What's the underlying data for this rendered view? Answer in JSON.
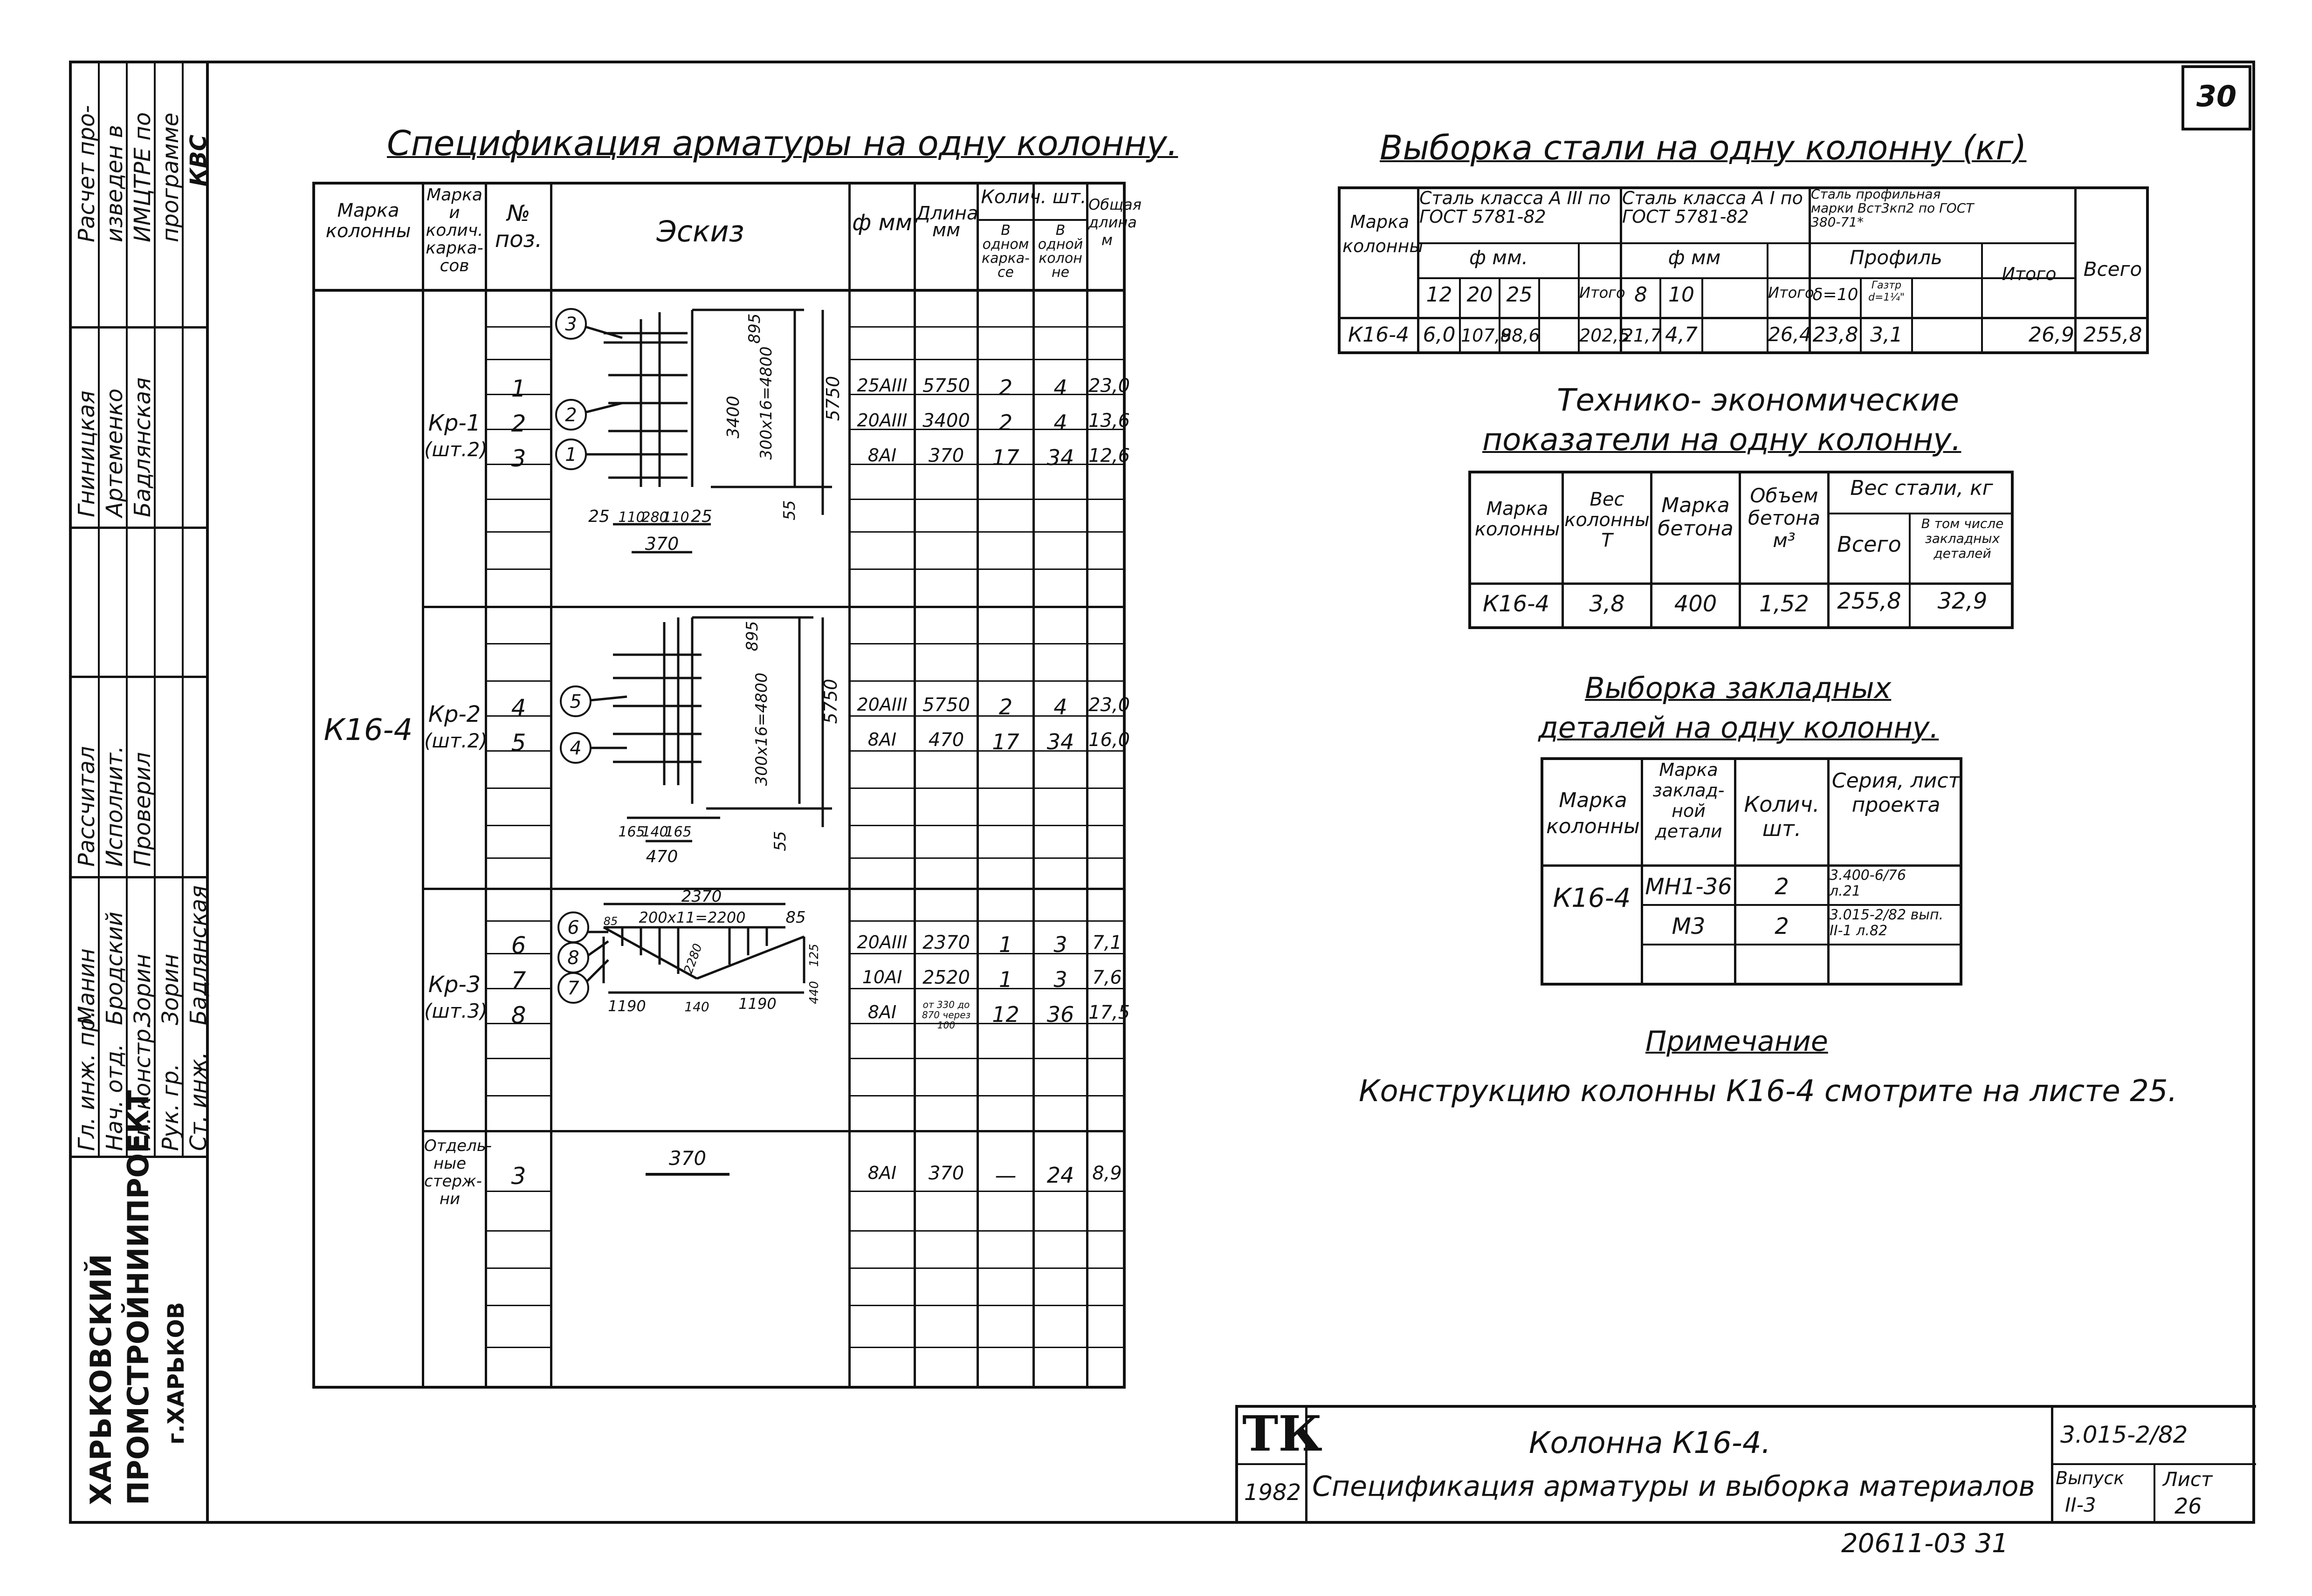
{
  "sheet_number": "30",
  "handwritten_number": "20611-03  31",
  "stamp": {
    "organization_line1": "ХАРЬКОВСКИЙ",
    "organization_line2": "ПРОМСТРОЙНИИПРОЕКТ",
    "organization_line3": "г.ХАРЬКОВ",
    "note_lines": [
      "Расчет про-",
      "изведен в",
      "ИМЦТРЕ по",
      "программе",
      "КВС"
    ],
    "roles": [
      {
        "role": "Гл. инж. пр.",
        "name": "Манин"
      },
      {
        "role": "Нач. отд.",
        "name": "Бродский"
      },
      {
        "role": "Гл. констр.",
        "name": "Зорин"
      },
      {
        "role": "Рук. гр.",
        "name": "Зорин"
      },
      {
        "role": "Ст. инж.",
        "name": "Бадлянская"
      }
    ],
    "roles2": [
      {
        "role": "Рассчитал",
        "name": "Гниницкая"
      },
      {
        "role": "Исполнит.",
        "name": "Артеменко"
      },
      {
        "role": "Проверил",
        "name": "Бадлянская"
      }
    ]
  },
  "spec": {
    "title": "Спецификация арматуры на одну колонну.",
    "headers": {
      "marka_kolonny": "Марка колонны",
      "marka_karkasov": "Марка и колич. карка- сов",
      "poz": "№ поз.",
      "eskiz": "Эскиз",
      "phi": "ф мм",
      "dlina": "Длина мм",
      "kolich": "Колич. шт.",
      "v_odnom_karkase": "В одном карка- се",
      "v_odnoi_kolonne": "В одной колон не",
      "obsh_dlina": "Общая длина м"
    },
    "column_mark": "К16-4",
    "groups": [
      {
        "mark": "Кр-1",
        "qty": "(шт.2)",
        "rows": [
          {
            "poz": "1",
            "phi": "25АIII",
            "len": "5750",
            "a": "2",
            "b": "4",
            "total": "23,0"
          },
          {
            "poz": "2",
            "phi": "20АIII",
            "len": "3400",
            "a": "2",
            "b": "4",
            "total": "13,6"
          },
          {
            "poz": "3",
            "phi": "8АI",
            "len": "370",
            "a": "17",
            "b": "34",
            "total": "12,6"
          }
        ]
      },
      {
        "mark": "Кр-2",
        "qty": "(шт.2)",
        "rows": [
          {
            "poz": "4",
            "phi": "20АIII",
            "len": "5750",
            "a": "2",
            "b": "4",
            "total": "23,0"
          },
          {
            "poz": "5",
            "phi": "8АI",
            "len": "470",
            "a": "17",
            "b": "34",
            "total": "16,0"
          }
        ]
      },
      {
        "mark": "Кр-3",
        "qty": "(шт.3)",
        "rows": [
          {
            "poz": "6",
            "phi": "20АIII",
            "len": "2370",
            "a": "1",
            "b": "3",
            "total": "7,1"
          },
          {
            "poz": "7",
            "phi": "10АI",
            "len": "2520",
            "a": "1",
            "b": "3",
            "total": "7,6"
          },
          {
            "poz": "8",
            "phi": "8АI",
            "len": "от 330 до 870 через 100",
            "a": "12",
            "b": "36",
            "total": "17,5"
          }
        ]
      },
      {
        "mark": "Отдель- ные стерж- ни",
        "qty": "",
        "rows": [
          {
            "poz": "3",
            "phi": "8АI",
            "len": "370",
            "a": "—",
            "b": "24",
            "total": "8,9"
          }
        ]
      }
    ],
    "sketch_labels": {
      "kr1": {
        "d1": "895",
        "d2": "300x16=4800",
        "d3": "3400",
        "d4": "5750",
        "d5": "55",
        "d6": "25",
        "d7": "110",
        "d8": "280",
        "d9": "110",
        "d10": "25",
        "d11": "370"
      },
      "kr2": {
        "d1": "895",
        "d2": "300x16=4800",
        "d3": "5750",
        "d4": "55",
        "d5": "165",
        "d6": "140",
        "d7": "165",
        "d8": "470"
      },
      "kr3": {
        "d1": "2370",
        "d2": "85",
        "d3": "200x11=2200",
        "d4": "85",
        "d5": "2280",
        "d6": "125",
        "d7": "440",
        "d8": "1190",
        "d9": "140",
        "d10": "1190"
      },
      "single": "370"
    }
  },
  "steel": {
    "title": "Выборка стали на одну колонну (кг)",
    "col_mark_header": "Марка колонны",
    "g1": "Сталь класса А III по ГОСТ 5781-82",
    "g2": "Сталь класса А I по ГОСТ 5781-82",
    "g3": "Сталь профильная марки Вст3кп2 по ГОСТ 380-71*",
    "phi_mm": "ф мм.",
    "phi_mm2": "ф мм",
    "profil": "Профиль",
    "itogo": "Итого",
    "vsego": "Всего",
    "h_12": "12",
    "h_20": "20",
    "h_25": "25",
    "h_8": "8",
    "h_10": "10",
    "h_d10": "δ=10",
    "h_gastr": "Газтр d=1¼\"",
    "row": {
      "mark": "К16-4",
      "v12": "6,0",
      "v20": "107,9",
      "v25": "88,6",
      "it1": "202,5",
      "v8": "21,7",
      "v10": "4,7",
      "it2": "26,4",
      "pd10": "23,8",
      "pg": "3,1",
      "it3": "26,9",
      "all": "255,8"
    }
  },
  "tech": {
    "title1": "Технико- экономические",
    "title2": "показатели на одну колонну.",
    "h_mark": "Марка колонны",
    "h_weight": "Вес колонны Т",
    "h_concrete": "Марка бетона",
    "h_volume": "Объем бетона м³",
    "h_steel": "Вес стали, кг",
    "h_all": "Всего",
    "h_incl": "В том числе закладных деталей",
    "row": {
      "mark": "К16-4",
      "weight": "3,8",
      "concrete": "400",
      "volume": "1,52",
      "all": "255,8",
      "incl": "32,9"
    }
  },
  "embedded": {
    "title1": "Выборка закладных",
    "title2": "деталей на одну колонну.",
    "h_mark": "Марка колонны",
    "h_emb": "Марка заклад- ной детали",
    "h_qty": "Колич. шт.",
    "h_series": "Серия, лист проекта",
    "mark": "К16-4",
    "rows": [
      {
        "emb": "МН1-36",
        "qty": "2",
        "series": "3.400-6/76 л.21"
      },
      {
        "emb": "М3",
        "qty": "2",
        "series": "3.015-2/82 вып. II-1 л.82"
      }
    ]
  },
  "note": {
    "title": "Примечание",
    "text": "Конструкцию колонны К16-4 смотрите на листе 25."
  },
  "titleblock": {
    "logo": "ТК",
    "year": "1982",
    "name1": "Колонна К16-4.",
    "name2": "Спецификация арматуры и выборка материалов",
    "code": "3.015-2/82",
    "issue_label": "Выпуск",
    "issue": "II-3",
    "sheet_label": "Лист",
    "sheet": "26"
  }
}
